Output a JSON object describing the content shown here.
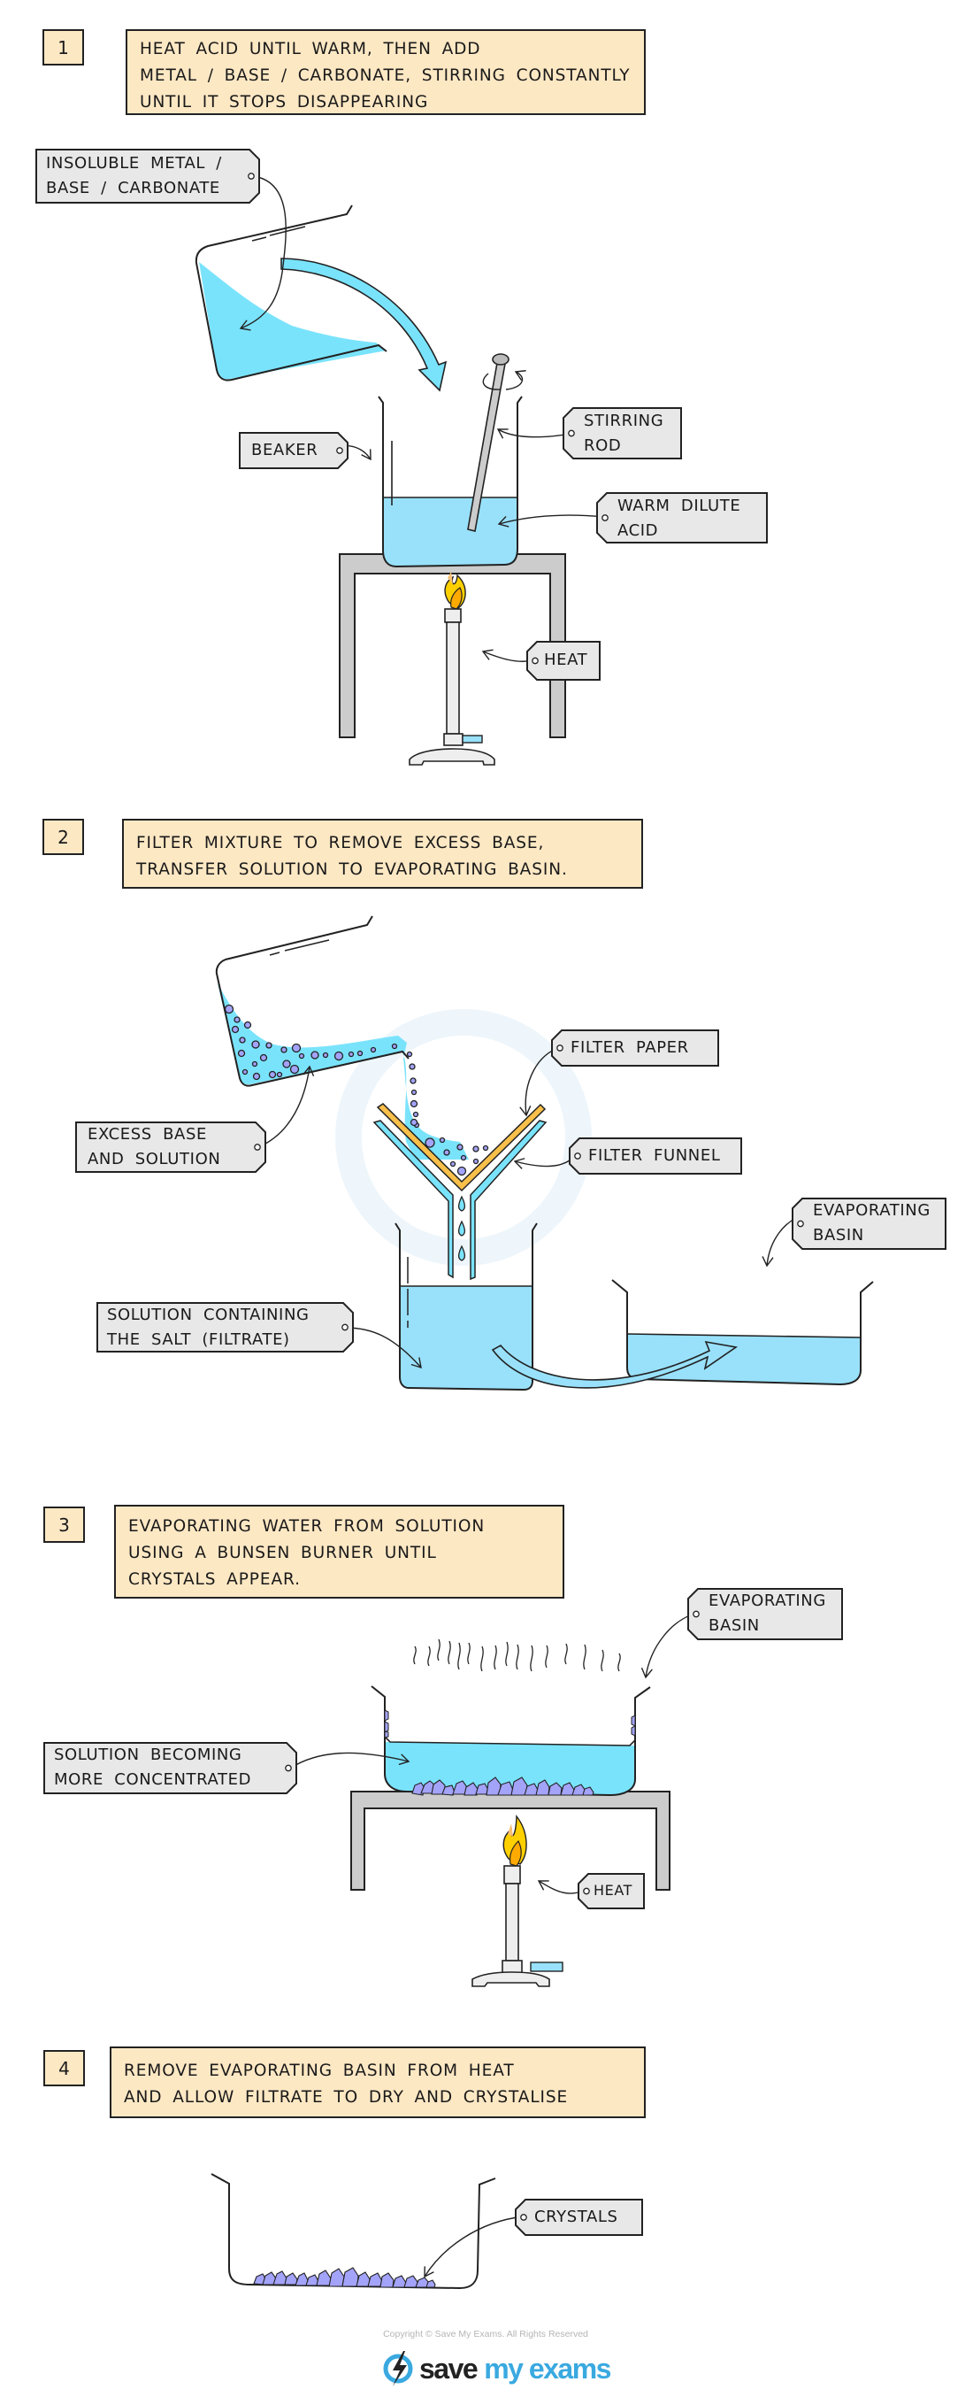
{
  "colors": {
    "instruction_bg": "#fde8c4",
    "label_bg": "#e8e8e8",
    "outline": "#222222",
    "liquid": "#7ae3fc",
    "liquid_light": "#99e1fb",
    "crystal": "#a3a3fa",
    "filter_paper": "#f8c04a",
    "flame_outer": "#ffd000",
    "flame_inner": "#ffaa00",
    "stand": "#cccccc",
    "burner": "#eeeeee",
    "logo_blue": "#3aa9e0"
  },
  "steps": [
    {
      "number": "1",
      "instruction": [
        "HEAT  ACID  UNTIL  WARM,  THEN  ADD",
        "METAL / BASE / CARBONATE,  STIRRING  CONSTANTLY",
        "UNTIL  IT  STOPS  DISAPPEARING"
      ],
      "labels": {
        "insoluble": [
          "INSOLUBLE  METAL /",
          "BASE / CARBONATE"
        ],
        "beaker": [
          "BEAKER"
        ],
        "stirring_rod": [
          "STIRRING",
          "ROD"
        ],
        "warm_acid": [
          "WARM  DILUTE",
          "ACID"
        ],
        "heat": [
          "HEAT"
        ]
      }
    },
    {
      "number": "2",
      "instruction": [
        "FILTER  MIXTURE  TO  REMOVE  EXCESS  BASE,",
        "TRANSFER  SOLUTION  TO  EVAPORATING  BASIN."
      ],
      "labels": {
        "excess_base": [
          "EXCESS  BASE",
          "AND  SOLUTION"
        ],
        "filter_paper": [
          "FILTER  PAPER"
        ],
        "filter_funnel": [
          "FILTER  FUNNEL"
        ],
        "evaporating_basin": [
          "EVAPORATING",
          "BASIN"
        ],
        "filtrate": [
          "SOLUTION   CONTAINING",
          "THE  SALT  (FILTRATE)"
        ]
      }
    },
    {
      "number": "3",
      "instruction": [
        "EVAPORATING  WATER  FROM  SOLUTION",
        "USING  A  BUNSEN  BURNER  UNTIL",
        "CRYSTALS  APPEAR."
      ],
      "labels": {
        "evaporating_basin": [
          "EVAPORATING",
          "BASIN"
        ],
        "concentrated": [
          "SOLUTION  BECOMING",
          "MORE  CONCENTRATED"
        ],
        "heat": [
          "HEAT"
        ]
      }
    },
    {
      "number": "4",
      "instruction": [
        "REMOVE  EVAPORATING  BASIN  FROM  HEAT",
        "AND  ALLOW  FILTRATE  TO  DRY  AND  CRYSTALISE"
      ],
      "labels": {
        "crystals": [
          "CRYSTALS"
        ]
      }
    }
  ],
  "footer": {
    "copyright": "Copyright © Save My Exams. All Rights Reserved",
    "logo_word1": "save",
    "logo_word2": "my exams",
    "logo_icon": "lightning-bolt-icon"
  }
}
